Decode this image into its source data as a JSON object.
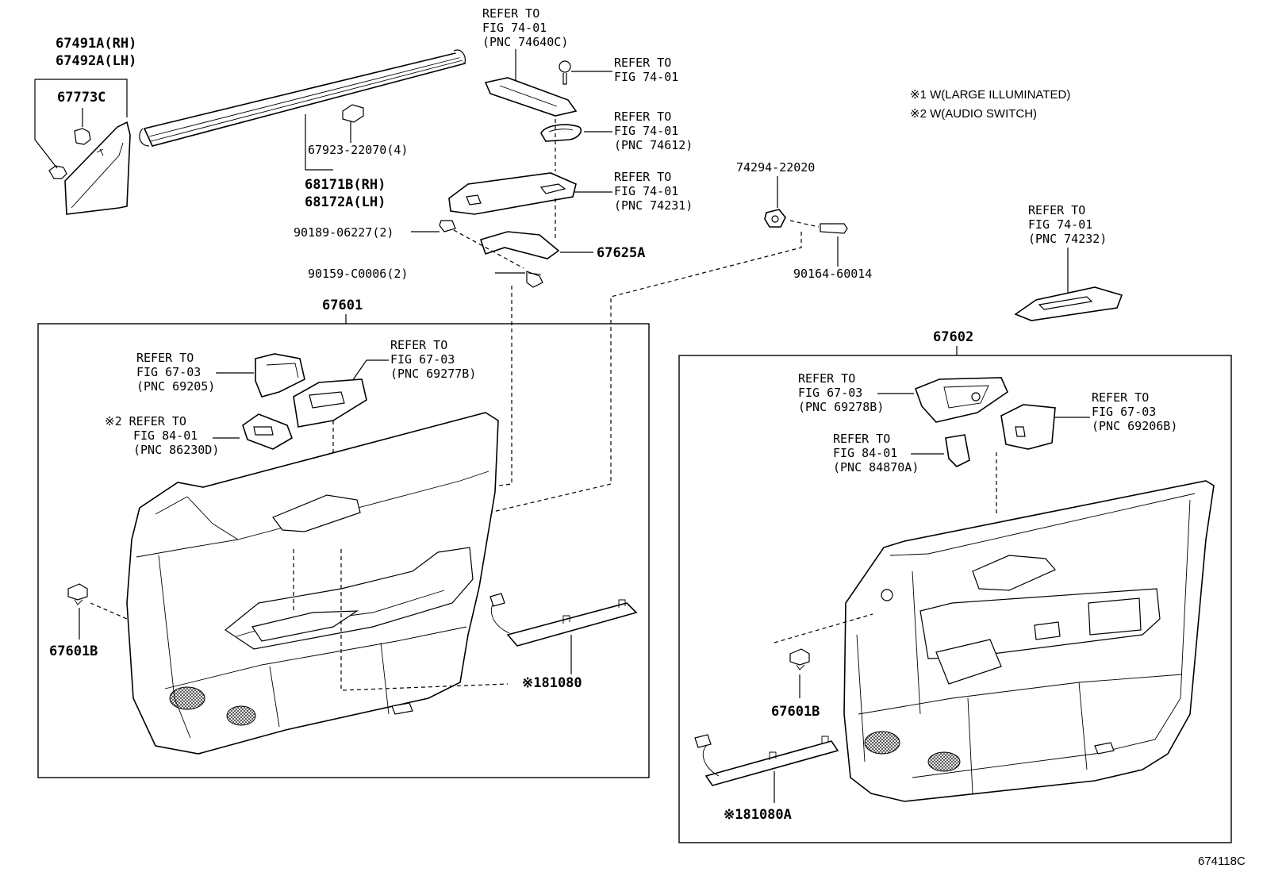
{
  "notes": [
    "※1 W(LARGE ILLUMINATED)",
    "※2 W(AUDIO SWITCH)"
  ],
  "figure_code": "674118C",
  "labels": {
    "p67491a": "67491A(RH)",
    "p67492a": "67492A(LH)",
    "p67773c": "67773C",
    "p67923": "67923-22070(4)",
    "p68171b": "68171B(RH)",
    "p68172a": "68172A(LH)",
    "p67625a": "67625A",
    "p90189": "90189-06227(2)",
    "p90159": "90159-C0006(2)",
    "p74294": "74294-22020",
    "p90164": "90164-60014",
    "p67601": "67601",
    "p67602": "67602",
    "p67601b_left": "67601B",
    "p67601b_right": "67601B",
    "p81080": "※181080",
    "p81080a": "※181080A"
  },
  "refer_blocks": {
    "r74640c": [
      "REFER TO",
      "FIG 74-01",
      "(PNC 74640C)"
    ],
    "r7401_screw": [
      "REFER TO",
      "FIG 74-01"
    ],
    "r74612": [
      "REFER TO",
      "FIG 74-01",
      "(PNC 74612)"
    ],
    "r74231": [
      "REFER TO",
      "FIG 74-01",
      "(PNC 74231)"
    ],
    "r74232": [
      "REFER TO",
      "FIG 74-01",
      "(PNC 74232)"
    ],
    "r69205": [
      "REFER TO",
      "FIG 67-03",
      "(PNC 69205)"
    ],
    "r69277b": [
      "REFER TO",
      "FIG 67-03",
      "(PNC 69277B)"
    ],
    "r86230d": [
      "※2 REFER TO",
      "FIG 84-01",
      "(PNC 86230D)"
    ],
    "r69278b": [
      "REFER TO",
      "FIG 67-03",
      "(PNC 69278B)"
    ],
    "r84870a": [
      "REFER TO",
      "FIG 84-01",
      "(PNC 84870A)"
    ],
    "r69206b": [
      "REFER TO",
      "FIG 67-03",
      "(PNC 69206B)"
    ]
  }
}
